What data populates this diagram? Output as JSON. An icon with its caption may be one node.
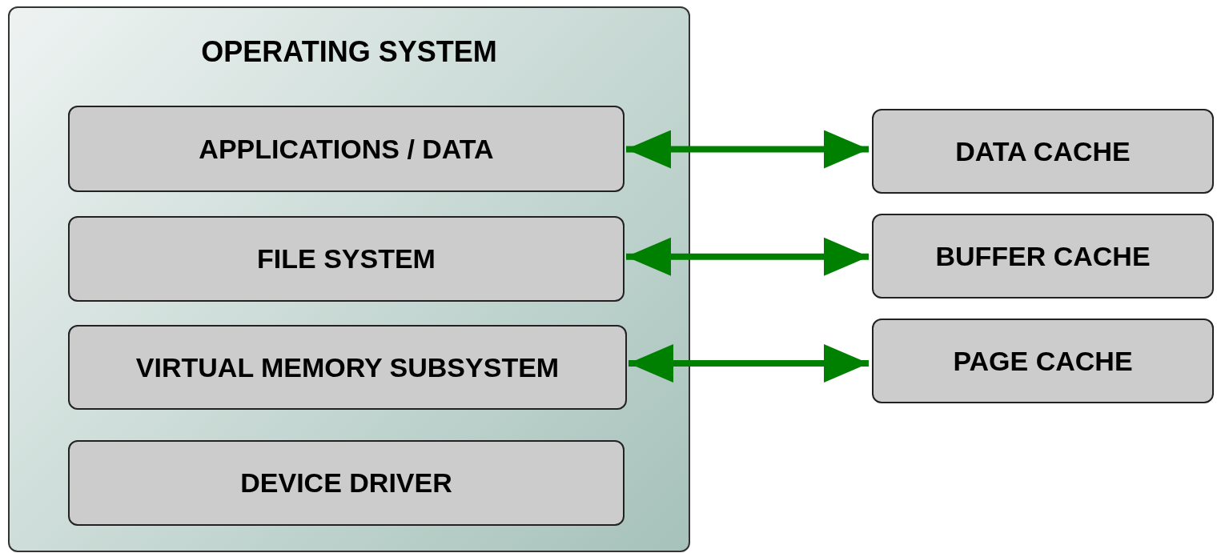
{
  "diagram": {
    "nodes": [
      {
        "text": [
          "OPERATING SYSTEM"
        ]
      },
      {
        "text": [
          "APPLICATIONS / DATA"
        ],
        "in": 0
      },
      {
        "text": [
          "FILE SYSTEM"
        ],
        "in": 0
      },
      {
        "text": [
          "VIRTUAL MEMORY SUBSYSTEM"
        ],
        "in": 0
      },
      {
        "text": [
          "DEVICE DRIVER"
        ],
        "in": 0
      },
      {
        "text": [
          "DATA CACHE"
        ]
      },
      {
        "text": [
          "BUFFER CACHE"
        ]
      },
      {
        "text": [
          "PAGE CACHE"
        ]
      }
    ],
    "edges": [
      {
        "from": 1,
        "to": 5,
        "arrow": "both"
      },
      {
        "from": 2,
        "to": 6,
        "arrow": "both"
      },
      {
        "from": 3,
        "to": 7,
        "arrow": "both"
      }
    ]
  }
}
